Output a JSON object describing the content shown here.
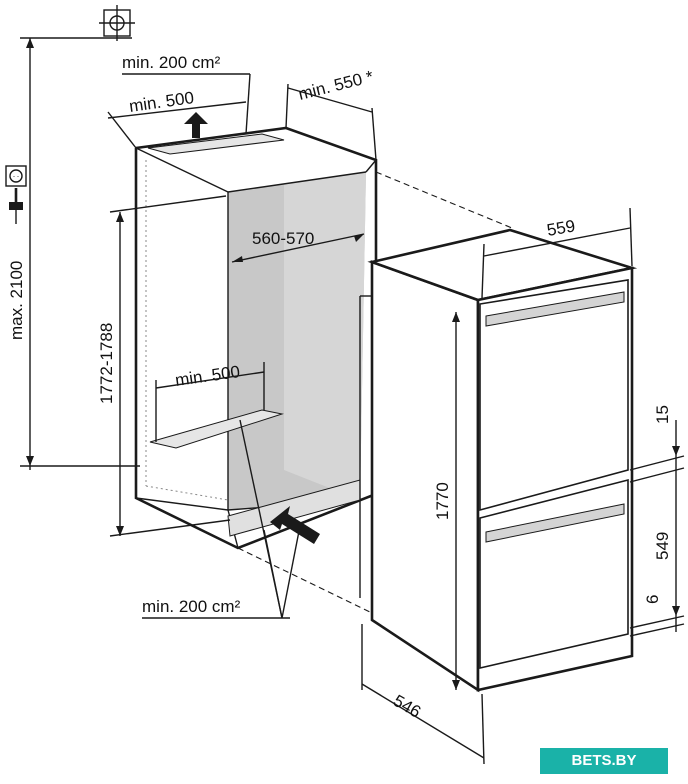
{
  "labels": {
    "top_vent": "min. 200 cm²",
    "depth_top": "min. 550 *",
    "vent_width_top": "min. 500",
    "max_height": "max. 2100",
    "niche_height": "1772-1788",
    "niche_width": "560-570",
    "vent_width_bottom": "min. 500",
    "bottom_vent": "min. 200 cm²",
    "fridge_width": "559",
    "fridge_height": "1770",
    "gap_15": "15",
    "door_549": "549",
    "gap_6": "6",
    "fridge_depth": "546"
  },
  "watermark": "BETS.BY",
  "colors": {
    "line": "#1a1a1a",
    "niche_interior": "#c8c8c8",
    "watermark_bg": "#1ab2a8"
  }
}
